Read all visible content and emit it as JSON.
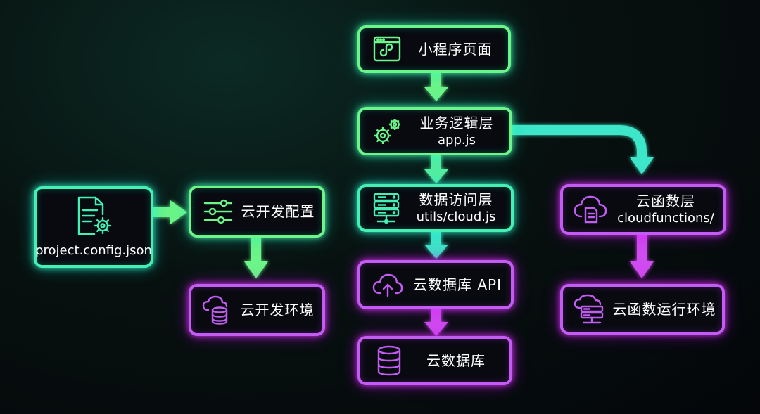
{
  "colors": {
    "green": "#6cf588",
    "teal": "#44f0b4",
    "magenta": "#c25cf5",
    "arrow_green": "#6cf588",
    "arrow_teal": "#3ee6c8",
    "arrow_magenta": "#d04cf0",
    "background": "#05080b"
  },
  "nodes": {
    "miniprogram_page": {
      "title": "小程序页面",
      "icon": "browser-link-icon"
    },
    "business_logic": {
      "title": "业务逻辑层",
      "subtitle": "app.js",
      "icon": "gears-icon"
    },
    "data_access": {
      "title": "数据访问层",
      "subtitle": "utils/cloud.js",
      "icon": "server-stack-icon"
    },
    "cloud_db_api": {
      "title": "云数据库 API",
      "icon": "cloud-upload-icon"
    },
    "cloud_db": {
      "title": "云数据库",
      "icon": "database-icon"
    },
    "project_config": {
      "title": "project.config.json",
      "icon": "document-gear-icon"
    },
    "cloud_dev_config": {
      "title": "云开发配置",
      "icon": "sliders-icon"
    },
    "cloud_dev_env": {
      "title": "云开发环境",
      "icon": "cloud-database-icon"
    },
    "cloud_function_layer": {
      "title": "云函数层",
      "subtitle": "cloudfunctions/",
      "icon": "cloud-document-icon"
    },
    "cloud_function_runtime": {
      "title": "云函数运行环境",
      "icon": "cloud-server-icon"
    }
  },
  "edges": [
    {
      "from": "miniprogram_page",
      "to": "business_logic"
    },
    {
      "from": "business_logic",
      "to": "data_access"
    },
    {
      "from": "business_logic",
      "to": "cloud_function_layer"
    },
    {
      "from": "data_access",
      "to": "cloud_db_api"
    },
    {
      "from": "cloud_db_api",
      "to": "cloud_db"
    },
    {
      "from": "project_config",
      "to": "cloud_dev_config"
    },
    {
      "from": "cloud_dev_config",
      "to": "cloud_dev_env"
    },
    {
      "from": "cloud_function_layer",
      "to": "cloud_function_runtime"
    }
  ]
}
